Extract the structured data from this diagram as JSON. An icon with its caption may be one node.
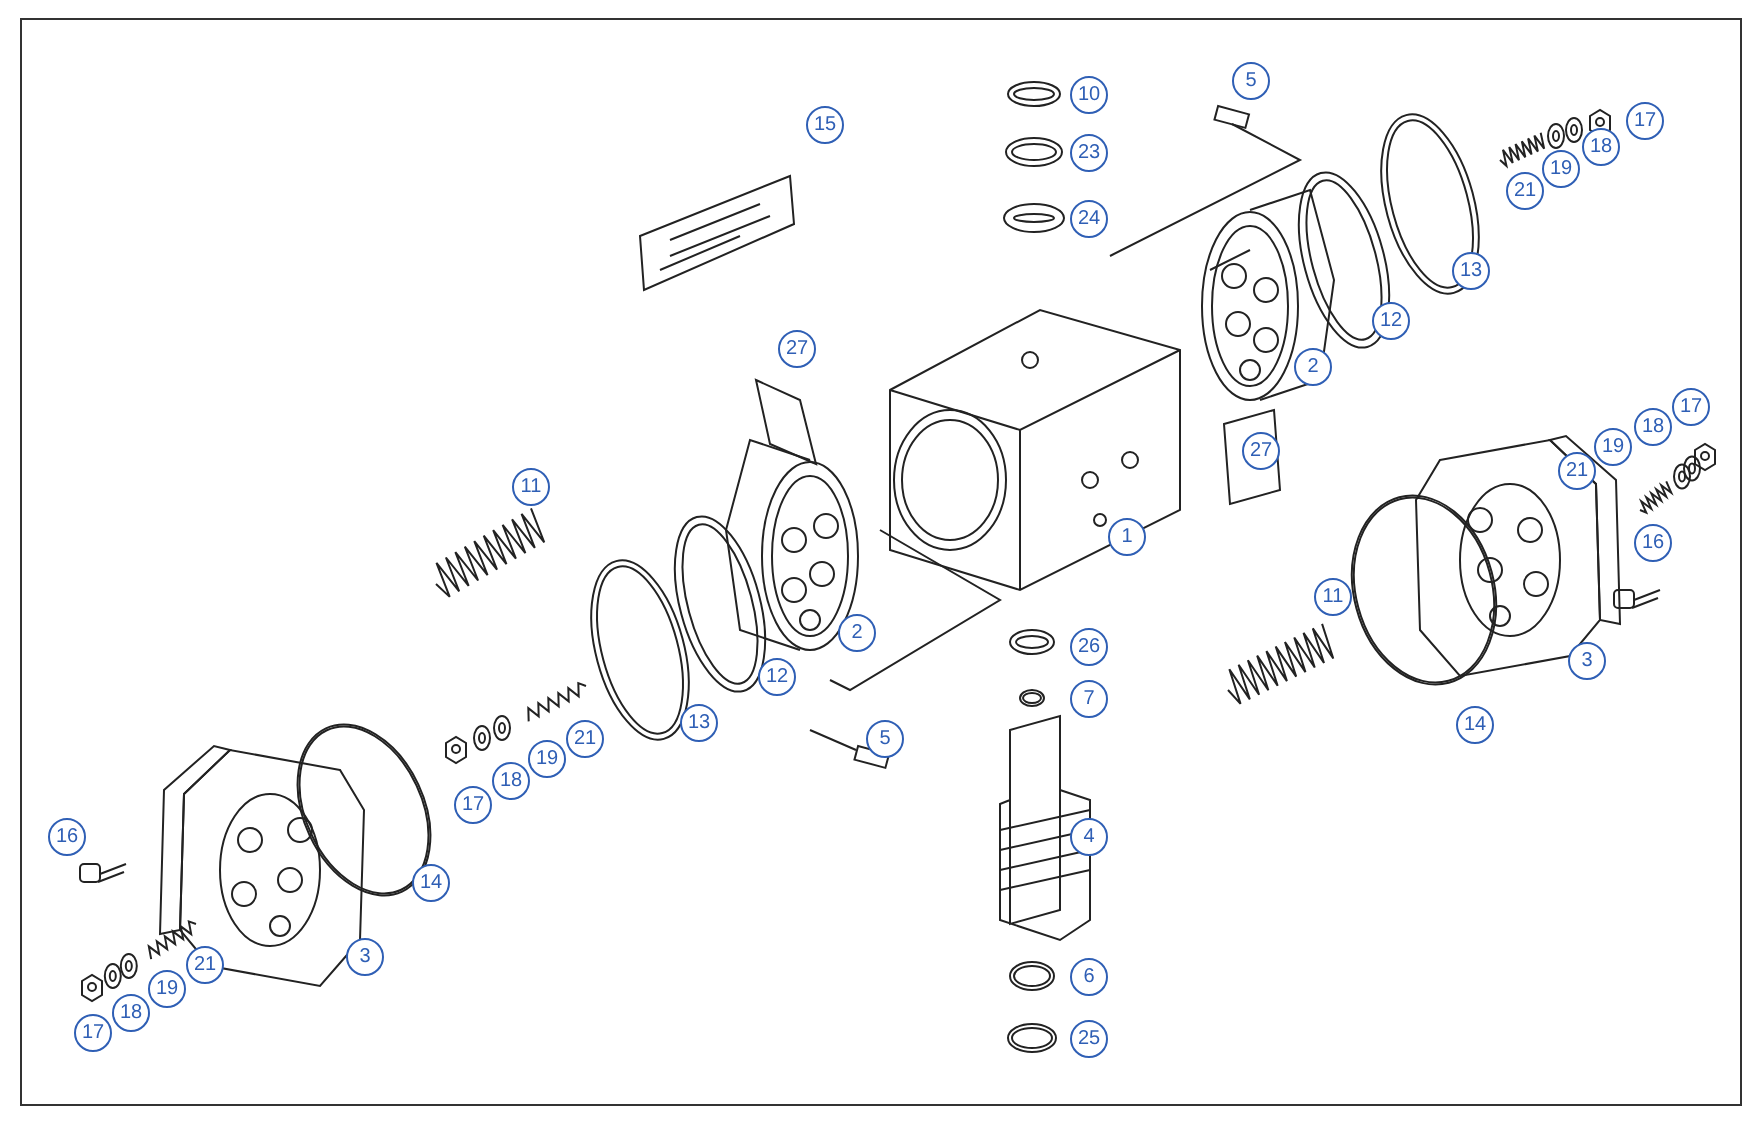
{
  "diagram": {
    "labels": [
      "5",
      "10",
      "17",
      "15",
      "18",
      "23",
      "19",
      "21",
      "24",
      "13",
      "12",
      "27",
      "2",
      "17",
      "18",
      "19",
      "27",
      "21",
      "11",
      "1",
      "16",
      "11",
      "2",
      "26",
      "3",
      "12",
      "7",
      "13",
      "14",
      "21",
      "5",
      "19",
      "18",
      "17",
      "4",
      "16",
      "14",
      "3",
      "21",
      "19",
      "6",
      "18",
      "17",
      "25"
    ]
  }
}
